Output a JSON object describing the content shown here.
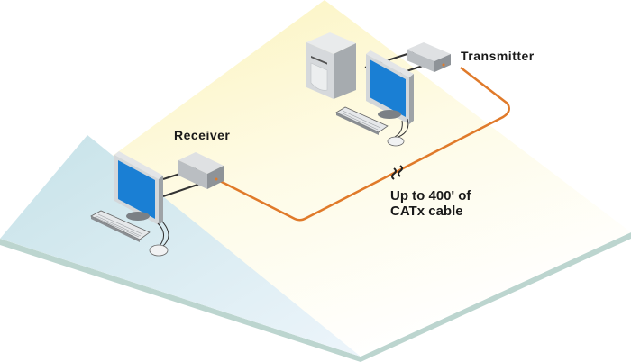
{
  "diagram": {
    "title": "KVM extender over CATx cable",
    "labels": {
      "transmitter": "Transmitter",
      "receiver": "Receiver",
      "cable_line1": "Up to 400' of",
      "cable_line2": "CATx cable"
    },
    "nodes": [
      {
        "id": "computer",
        "icon": "tower-pc-icon"
      },
      {
        "id": "local-monitor",
        "icon": "monitor-icon"
      },
      {
        "id": "local-keyboard",
        "icon": "keyboard-icon"
      },
      {
        "id": "local-mouse",
        "icon": "mouse-icon"
      },
      {
        "id": "transmitter",
        "icon": "extender-box-icon"
      },
      {
        "id": "receiver",
        "icon": "extender-box-icon"
      },
      {
        "id": "remote-monitor",
        "icon": "monitor-icon"
      },
      {
        "id": "remote-keyboard",
        "icon": "keyboard-icon"
      },
      {
        "id": "remote-mouse",
        "icon": "mouse-icon"
      }
    ],
    "edges": [
      {
        "from": "transmitter",
        "to": "receiver",
        "type": "CATx cable",
        "length": "Up to 400'"
      }
    ],
    "colors": {
      "cable": "#e07a2a",
      "floor_yellow": "#fdf8d0",
      "floor_blue": "#cfe6ef",
      "floor_edge": "#b9d3cd",
      "screen": "#1a7fd4",
      "device_gray": "#b8bcc0"
    }
  }
}
